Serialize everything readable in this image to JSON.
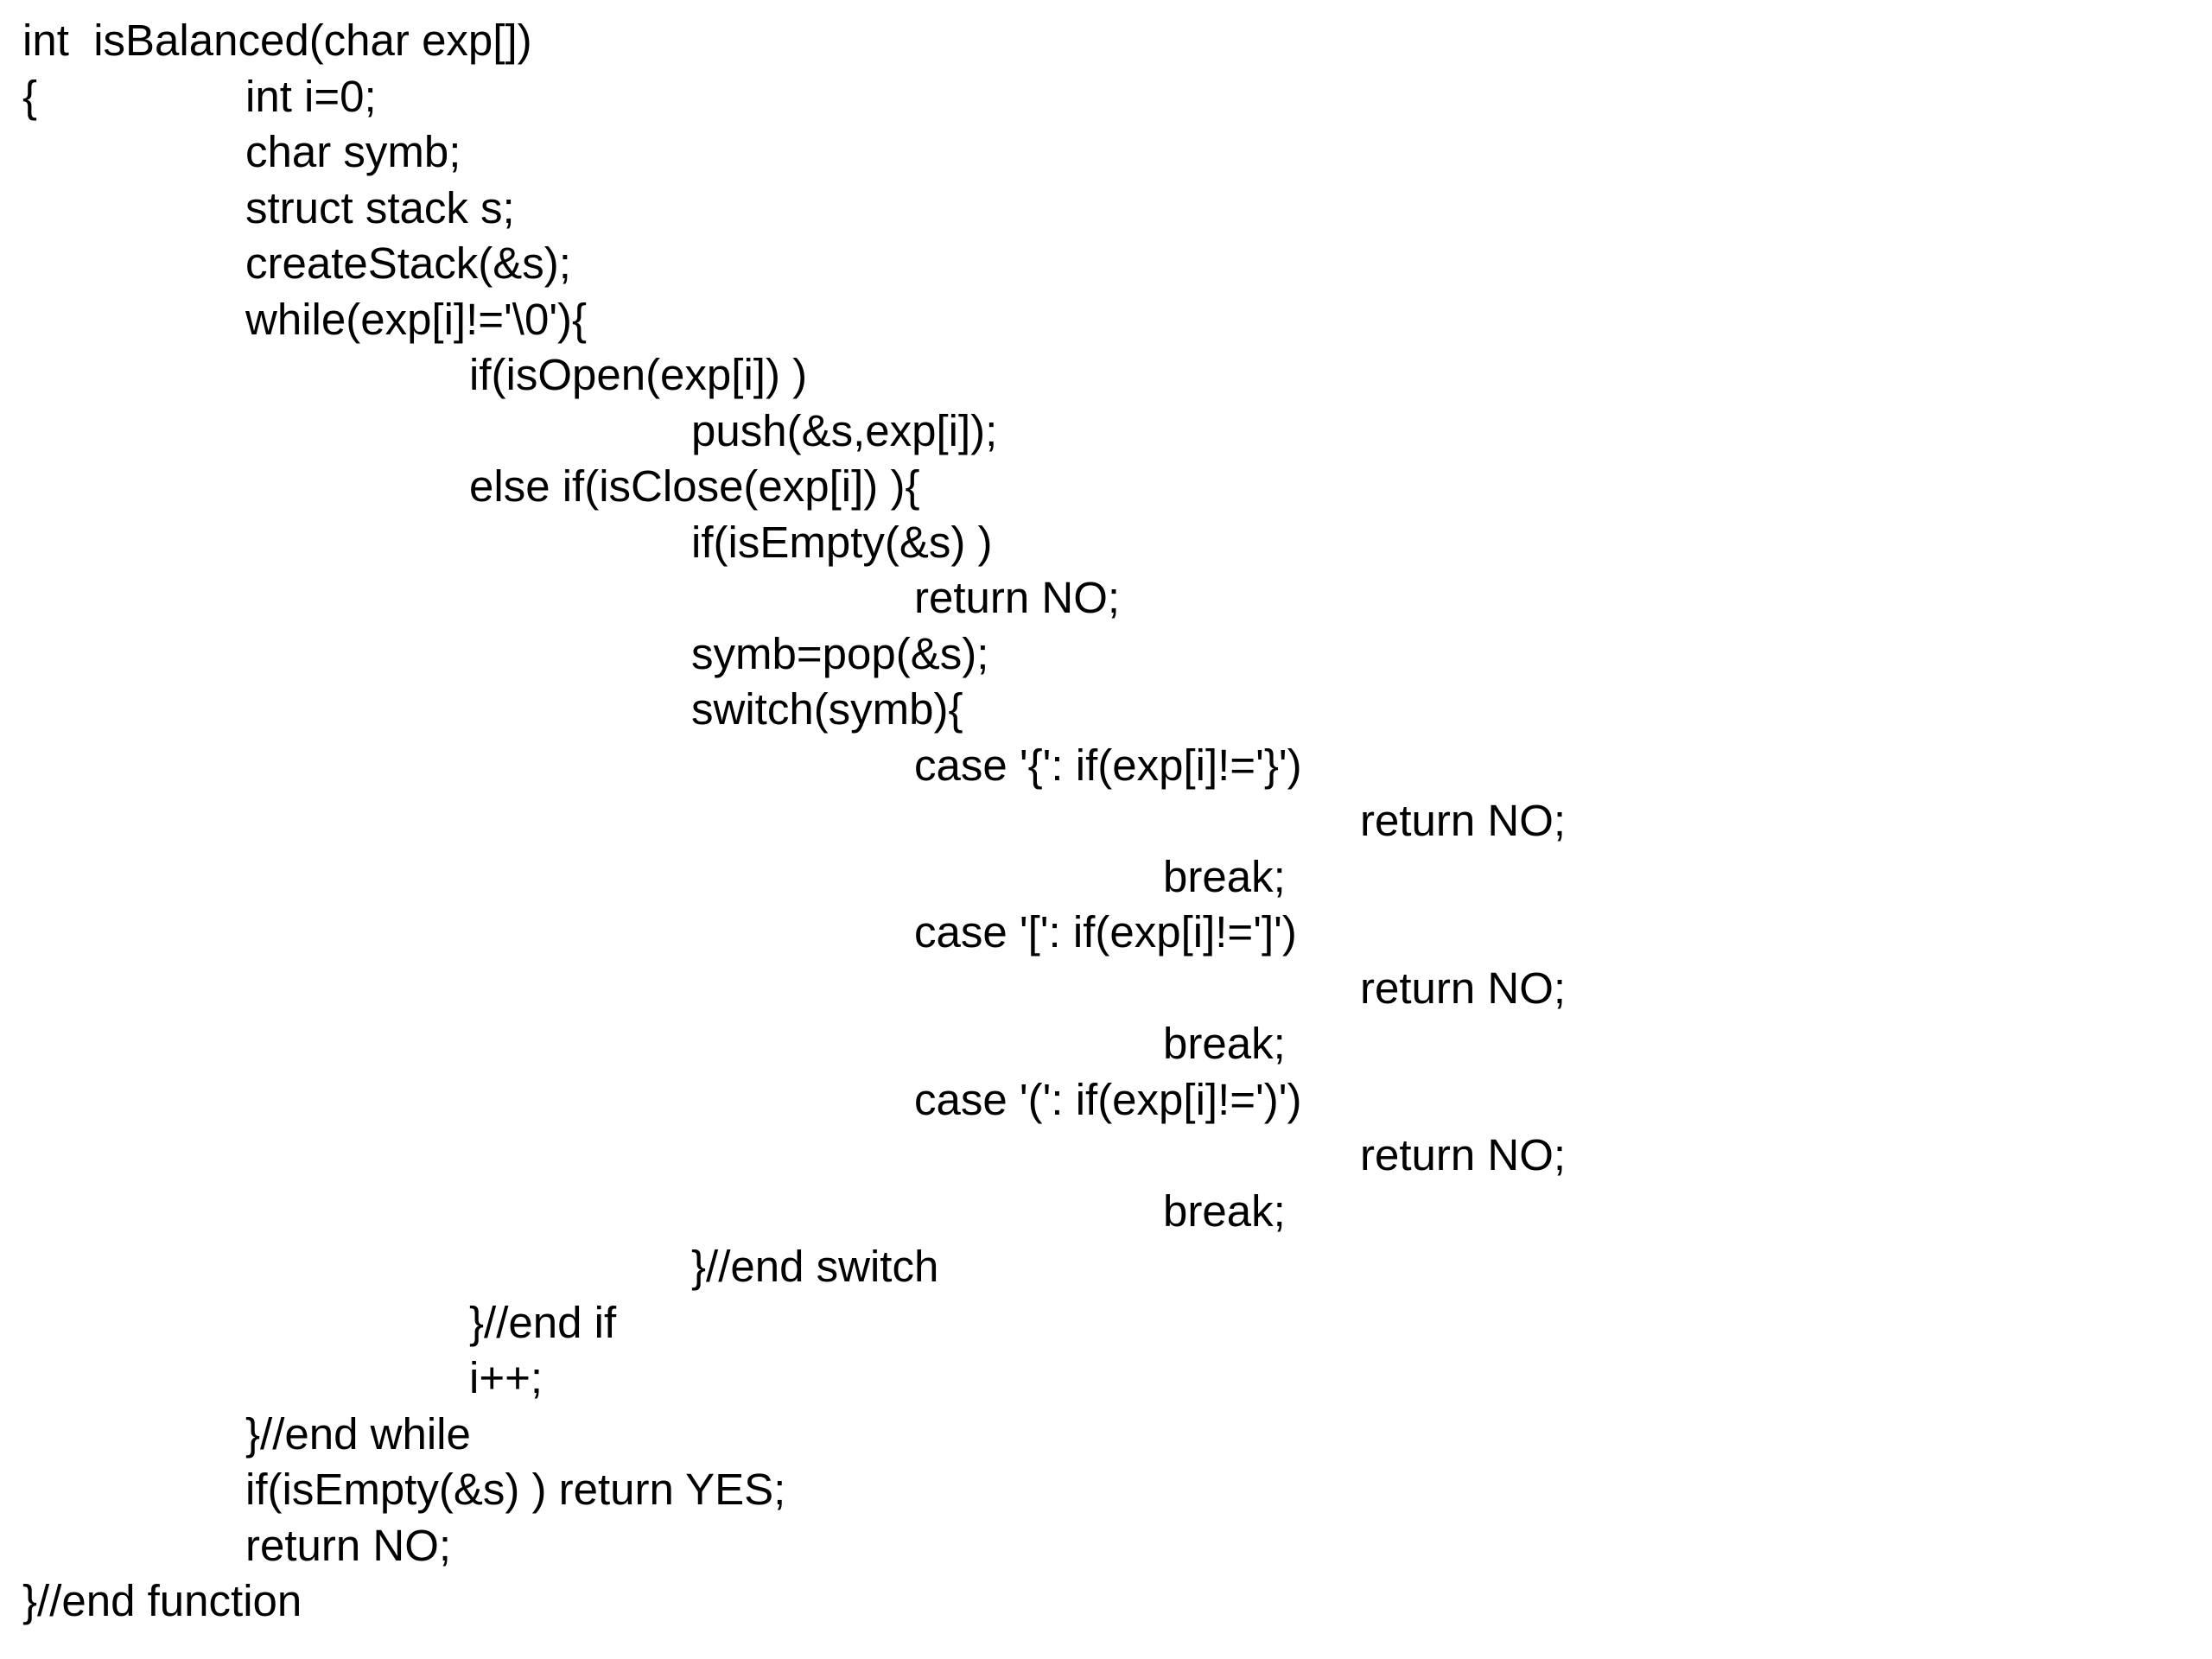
{
  "code": {
    "signature": "int  isBalanced(char exp[])",
    "open_brace": "{",
    "lines": [
      "int i=0;",
      "char symb;",
      "struct stack s;",
      "createStack(&s);",
      "while(exp[i]!='\\0'){",
      "if(isOpen(exp[i]) )",
      "push(&s,exp[i]);",
      "else if(isClose(exp[i]) ){",
      "if(isEmpty(&s) )",
      "return NO;",
      "symb=pop(&s);",
      "switch(symb){",
      "case '{': if(exp[i]!='}')",
      "return NO;",
      "break;",
      "case '[': if(exp[i]!=']')",
      "return NO;",
      "break;",
      "case '(': if(exp[i]!=')')",
      "return NO;",
      "break;",
      "}//end switch",
      "}//end if",
      "i++;",
      "}//end while",
      "if(isEmpty(&s) ) return YES;",
      "return NO;"
    ],
    "closing": "}//end function"
  }
}
